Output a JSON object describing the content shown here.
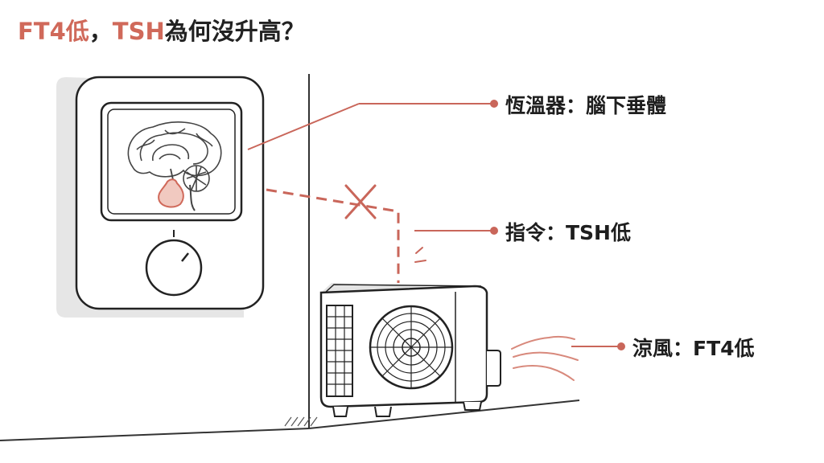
{
  "title": {
    "part1": "FT4低",
    "separator": "，",
    "part2": "TSH",
    "part3": "為何沒升高？"
  },
  "labels": {
    "thermostat": "恆溫器：腦下垂體",
    "command": "指令：TSH低",
    "cool_air": "涼風：FT4低"
  },
  "colors": {
    "accent": "#d0695a",
    "ink": "#222222"
  }
}
